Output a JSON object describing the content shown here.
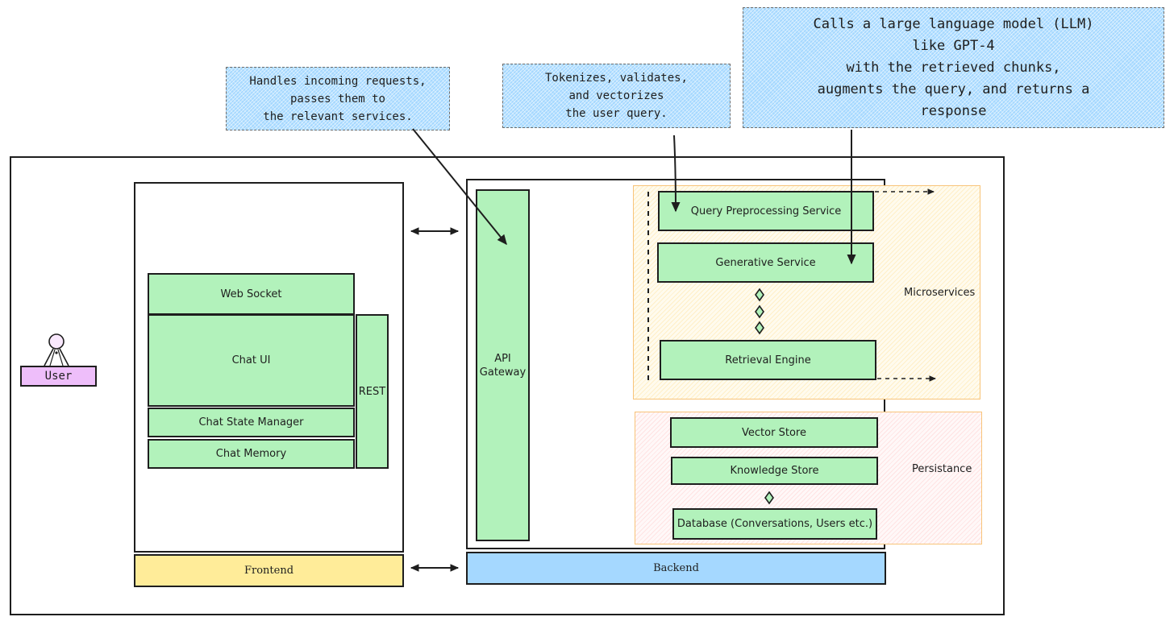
{
  "callouts": {
    "api_gateway_note": "Handles incoming requests,\npasses them to\nthe relevant services.",
    "query_preprocessing_note": "Tokenizes, validates,\nand vectorizes\nthe user query.",
    "generative_note": "Calls a large language model (LLM)\nlike GPT-4\nwith the retrieved chunks,\naugments the query, and returns a\nresponse"
  },
  "actor": {
    "label": "User",
    "color": "#eebefa"
  },
  "frontend": {
    "label": "Frontend",
    "color": "#ffec99",
    "components": {
      "web_socket": "Web Socket",
      "chat_ui": "Chat UI",
      "chat_state_manager": "Chat State Manager",
      "chat_memory": "Chat Memory",
      "rest": "REST"
    }
  },
  "backend": {
    "label": "Backend",
    "color": "#a5d8ff",
    "api_gateway": "API\nGateway",
    "microservices": {
      "label": "Microservices",
      "items": [
        "Query Preprocessing Service",
        "Generative Service",
        "Retrieval Engine"
      ]
    },
    "persistence": {
      "label": "Persistance",
      "items": [
        "Vector Store",
        "Knowledge Store",
        "Database (Conversations, Users etc.)"
      ]
    }
  },
  "colors": {
    "component_fill": "#b2f2bb",
    "stroke": "#1e1e1e",
    "callout_fill": "#a5d8ff",
    "zone_border": "#f8c47a"
  }
}
